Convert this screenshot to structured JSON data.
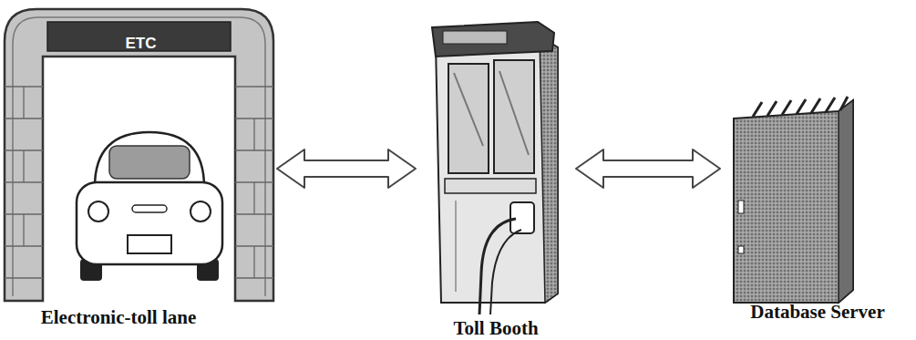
{
  "diagram": {
    "nodes": [
      {
        "text": [
          "ETC",
          "Electronic-toll lane"
        ]
      },
      {
        "text": [
          "Toll Booth"
        ]
      },
      {
        "text": [
          "Database Server"
        ]
      }
    ],
    "edges": [
      {
        "from": 0,
        "to": 1,
        "arrow": "both"
      },
      {
        "from": 1,
        "to": 2,
        "arrow": "both"
      }
    ]
  }
}
